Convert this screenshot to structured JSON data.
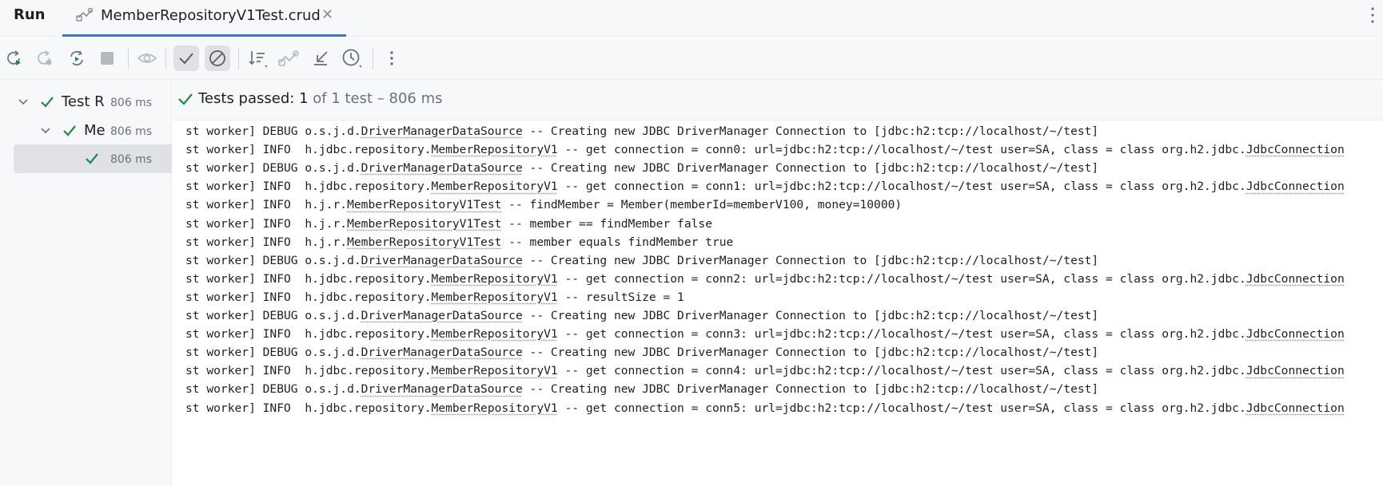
{
  "tabbar": {
    "run_label": "Run",
    "tab_title": "MemberRepositoryV1Test.crud",
    "accent": "#3574f0"
  },
  "toolbar": {
    "buttons": [
      {
        "icon": "rerun-icon"
      },
      {
        "icon": "rerun-failed-icon"
      },
      {
        "icon": "toggle-auto-test-icon"
      },
      {
        "icon": "stop-icon"
      },
      {
        "icon": "show-passed-eye-icon"
      },
      {
        "icon": "show-passed-check-icon"
      },
      {
        "icon": "show-ignored-icon"
      },
      {
        "icon": "sort-icon"
      },
      {
        "icon": "import-tests-icon"
      },
      {
        "icon": "collapse-icon"
      },
      {
        "icon": "history-icon"
      },
      {
        "icon": "more-icon"
      }
    ]
  },
  "tree": {
    "items": [
      {
        "name": "Test R",
        "time": "806 ms"
      },
      {
        "name": "Me",
        "time": "806 ms"
      },
      {
        "name": "",
        "time": "806 ms"
      }
    ],
    "pass_color": "#208a3c"
  },
  "status": {
    "label": "Tests passed:",
    "count": "1",
    "rest": "of 1 test – 806 ms"
  },
  "console": {
    "lines": [
      {
        "pre": "st worker] DEBUG o.s.j.d.",
        "cls": "DriverManagerDataSource",
        "post": " -- Creating new JDBC DriverManager Connection to [jdbc:h2:tcp://localhost/~/test]",
        "cls2": ""
      },
      {
        "pre": "st worker] INFO  h.jdbc.repository.",
        "cls": "MemberRepositoryV1",
        "post": " -- get connection = conn0: url=jdbc:h2:tcp://localhost/~/test user=SA, class = class org.h2.jdbc.",
        "cls2": "JdbcConnection"
      },
      {
        "pre": "st worker] DEBUG o.s.j.d.",
        "cls": "DriverManagerDataSource",
        "post": " -- Creating new JDBC DriverManager Connection to [jdbc:h2:tcp://localhost/~/test]",
        "cls2": ""
      },
      {
        "pre": "st worker] INFO  h.jdbc.repository.",
        "cls": "MemberRepositoryV1",
        "post": " -- get connection = conn1: url=jdbc:h2:tcp://localhost/~/test user=SA, class = class org.h2.jdbc.",
        "cls2": "JdbcConnection"
      },
      {
        "pre": "st worker] INFO  h.j.r.",
        "cls": "MemberRepositoryV1Test",
        "post": " -- findMember = Member(memberId=memberV100, money=10000)",
        "cls2": ""
      },
      {
        "pre": "st worker] INFO  h.j.r.",
        "cls": "MemberRepositoryV1Test",
        "post": " -- member == findMember false",
        "cls2": ""
      },
      {
        "pre": "st worker] INFO  h.j.r.",
        "cls": "MemberRepositoryV1Test",
        "post": " -- member equals findMember true",
        "cls2": ""
      },
      {
        "pre": "st worker] DEBUG o.s.j.d.",
        "cls": "DriverManagerDataSource",
        "post": " -- Creating new JDBC DriverManager Connection to [jdbc:h2:tcp://localhost/~/test]",
        "cls2": ""
      },
      {
        "pre": "st worker] INFO  h.jdbc.repository.",
        "cls": "MemberRepositoryV1",
        "post": " -- get connection = conn2: url=jdbc:h2:tcp://localhost/~/test user=SA, class = class org.h2.jdbc.",
        "cls2": "JdbcConnection"
      },
      {
        "pre": "st worker] INFO  h.jdbc.repository.",
        "cls": "MemberRepositoryV1",
        "post": " -- resultSize = 1",
        "cls2": ""
      },
      {
        "pre": "st worker] DEBUG o.s.j.d.",
        "cls": "DriverManagerDataSource",
        "post": " -- Creating new JDBC DriverManager Connection to [jdbc:h2:tcp://localhost/~/test]",
        "cls2": ""
      },
      {
        "pre": "st worker] INFO  h.jdbc.repository.",
        "cls": "MemberRepositoryV1",
        "post": " -- get connection = conn3: url=jdbc:h2:tcp://localhost/~/test user=SA, class = class org.h2.jdbc.",
        "cls2": "JdbcConnection"
      },
      {
        "pre": "st worker] DEBUG o.s.j.d.",
        "cls": "DriverManagerDataSource",
        "post": " -- Creating new JDBC DriverManager Connection to [jdbc:h2:tcp://localhost/~/test]",
        "cls2": ""
      },
      {
        "pre": "st worker] INFO  h.jdbc.repository.",
        "cls": "MemberRepositoryV1",
        "post": " -- get connection = conn4: url=jdbc:h2:tcp://localhost/~/test user=SA, class = class org.h2.jdbc.",
        "cls2": "JdbcConnection"
      },
      {
        "pre": "st worker] DEBUG o.s.j.d.",
        "cls": "DriverManagerDataSource",
        "post": " -- Creating new JDBC DriverManager Connection to [jdbc:h2:tcp://localhost/~/test]",
        "cls2": ""
      },
      {
        "pre": "st worker] INFO  h.jdbc.repository.",
        "cls": "MemberRepositoryV1",
        "post": " -- get connection = conn5: url=jdbc:h2:tcp://localhost/~/test user=SA, class = class org.h2.jdbc.",
        "cls2": "JdbcConnection"
      }
    ]
  }
}
